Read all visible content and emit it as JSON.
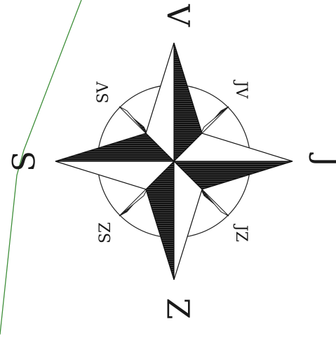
{
  "map": {
    "compass": {
      "cardinal": {
        "north": "S",
        "east": "V",
        "south": "J",
        "west": "Z"
      },
      "intercardinal": {
        "ne": "SV",
        "se": "JV",
        "sw": "JZ",
        "nw": "SZ"
      }
    },
    "colors": {
      "ink": "#111111",
      "fill_light": "#ffffff",
      "boundary_line": "#3f8f3a"
    }
  }
}
